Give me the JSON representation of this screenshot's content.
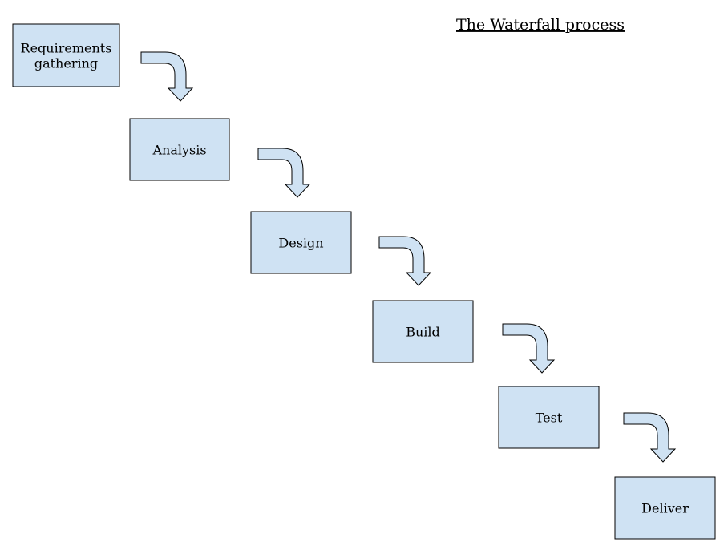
{
  "title": "The Waterfall process",
  "colors": {
    "box_fill": "#cfe2f3",
    "stroke": "#000000",
    "text": "#000000"
  },
  "steps": [
    {
      "lines": [
        "Requirements",
        "gathering"
      ]
    },
    {
      "lines": [
        "Analysis"
      ]
    },
    {
      "lines": [
        "Design"
      ]
    },
    {
      "lines": [
        "Build"
      ]
    },
    {
      "lines": [
        "Test"
      ]
    },
    {
      "lines": [
        "Deliver"
      ]
    }
  ],
  "connector_icon": "curved-arrow-down-icon"
}
